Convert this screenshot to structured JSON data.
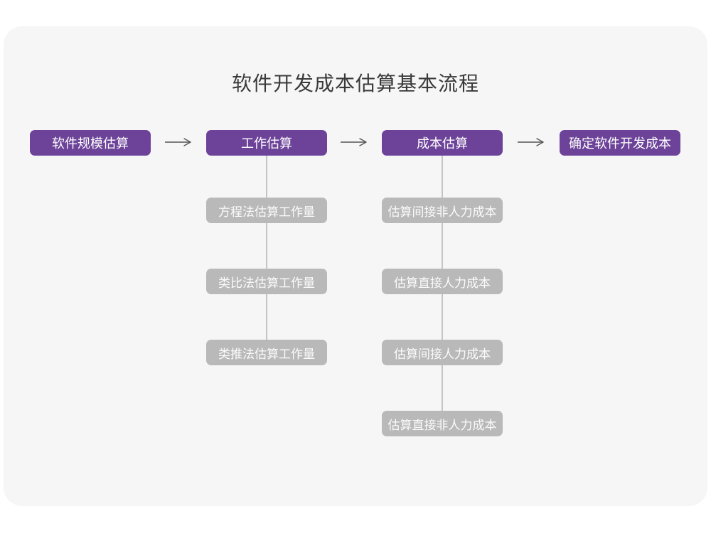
{
  "page": {
    "title": "软件开发成本估算基本流程"
  },
  "colors": {
    "page_bg": "#ffffff",
    "card_bg": "#f6f6f7",
    "primary_node": "#6c4399",
    "secondary_node": "#b9b9b9",
    "connector_line": "#c4c4c4",
    "arrow": "#555555",
    "title_text": "#3a3a3a",
    "node_text": "#ffffff"
  },
  "flow": {
    "main_steps": [
      {
        "label": "软件规模估算"
      },
      {
        "label": "工作估算"
      },
      {
        "label": "成本估算"
      },
      {
        "label": "确定软件开发成本"
      }
    ],
    "work_estimation_methods": [
      {
        "label": "方程法估算工作量"
      },
      {
        "label": "类比法估算工作量"
      },
      {
        "label": "类推法估算工作量"
      }
    ],
    "cost_estimation_steps": [
      {
        "label": "估算间接非人力成本"
      },
      {
        "label": "估算直接人力成本"
      },
      {
        "label": "估算间接人力成本"
      },
      {
        "label": "估算直接非人力成本"
      }
    ]
  }
}
